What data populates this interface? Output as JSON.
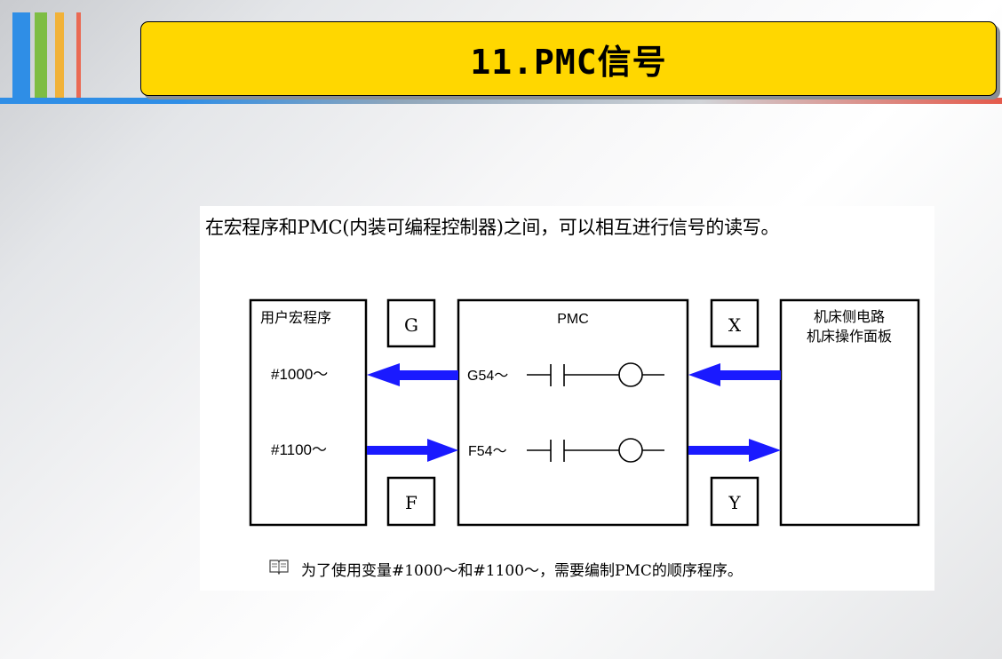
{
  "title": "11.PMC信号",
  "intro": "在宏程序和PMC(内装可编程控制器)之间，可以相互进行信号的读写。",
  "footnote": "为了使用变量#1000～和#1100～，需要编制PMC的顺序程序。",
  "icons": {
    "footnote_icon": "book-icon",
    "contact": "normally-open-contact-icon",
    "coil": "coil-icon"
  },
  "colors": {
    "title_bg": "#ffd700",
    "arrow": "#1a1aff"
  },
  "diagram": {
    "user_macro_label": "用户宏程序",
    "var_1000": "#1000～",
    "var_1100": "#1100～",
    "g_label": "G",
    "f_label": "F",
    "pmc_label": "PMC",
    "g54": "G54～",
    "f54": "F54～",
    "x_label": "X",
    "y_label": "Y",
    "machine_line1": "机床侧电路",
    "machine_line2": "机床操作面板"
  }
}
